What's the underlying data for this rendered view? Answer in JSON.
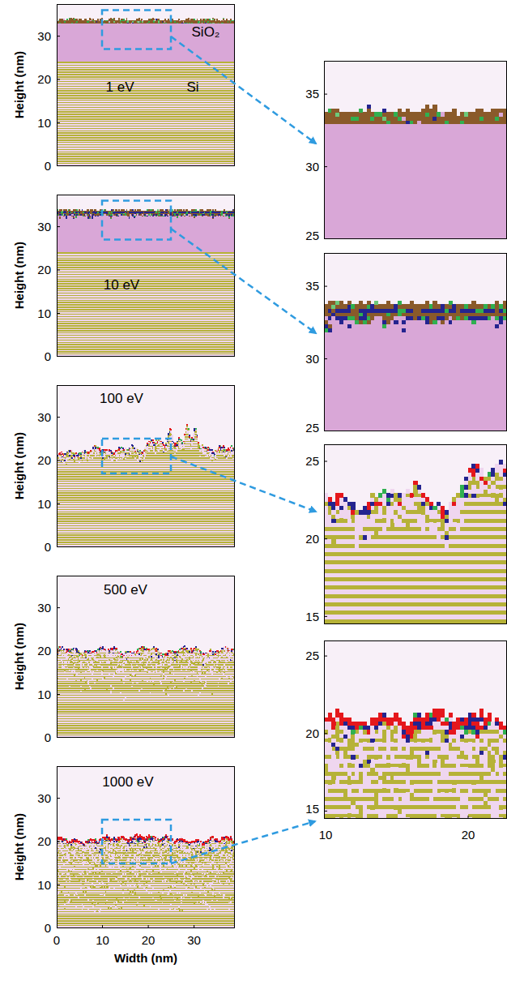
{
  "diagram": {
    "labels": [
      "SiO₂",
      "1 eV",
      "Si",
      "30",
      "20",
      "10",
      "0",
      "Height (nm)",
      "10 eV",
      "30",
      "20",
      "10",
      "0",
      "Height (nm)",
      "100 eV",
      "30",
      "20",
      "10",
      "0",
      "Height (nm)",
      "500 eV",
      "30",
      "20",
      "10",
      "0",
      "Height (nm)",
      "1000 eV",
      "30",
      "20",
      "10",
      "0",
      "Height (nm)",
      "0",
      "10",
      "20",
      "30",
      "Width (nm)",
      "35",
      "30",
      "25",
      "35",
      "30",
      "25",
      "25",
      "20",
      "15",
      "25",
      "20",
      "15",
      "10",
      "20"
    ]
  }
}
